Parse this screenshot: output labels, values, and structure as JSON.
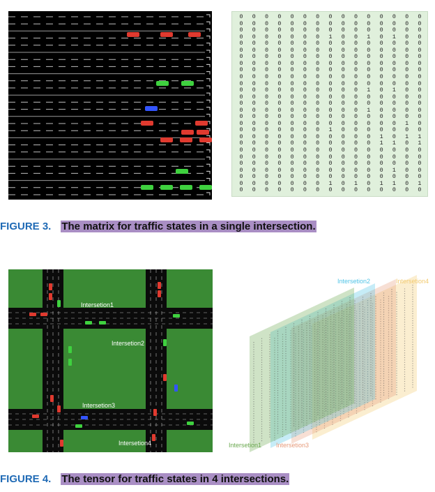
{
  "figure3": {
    "label": "FIGURE 3.",
    "caption": "The matrix for traffic states in a single intersection.",
    "matrix": [
      "000000000000000",
      "000000000000000",
      "000000000000000",
      "000000010010100",
      "000000000000000",
      "000000000000000",
      "000000000000000",
      "000000000000000",
      "000000000000000",
      "000000000000000",
      "000000000000000",
      "000000000010100",
      "000000000000000",
      "000000000000000",
      "000000000010000",
      "000000000000000",
      "000000000000010",
      "000000010000000",
      "000000000001011",
      "000000000001101",
      "000000000000000",
      "000000000000000",
      "000000000000000",
      "000000000000100",
      "000000000000000",
      "000000010101101",
      "000000000000000"
    ]
  },
  "figure4": {
    "label": "FIGURE 4.",
    "caption": "The tensor for traffic states in 4 intersections.",
    "map_labels": [
      "Intersetion1",
      "Intersetion2",
      "Intersetion3",
      "Intersetion4"
    ],
    "tensor_labels": [
      "Intersetion1",
      "Intersetion2",
      "Intersetion3",
      "Intersetion4"
    ],
    "colors": {
      "intersection1": "#6aa84f",
      "intersection2": "#4fc3e6",
      "intersection3": "#e69a7a",
      "intersection4": "#f2c96d"
    }
  }
}
